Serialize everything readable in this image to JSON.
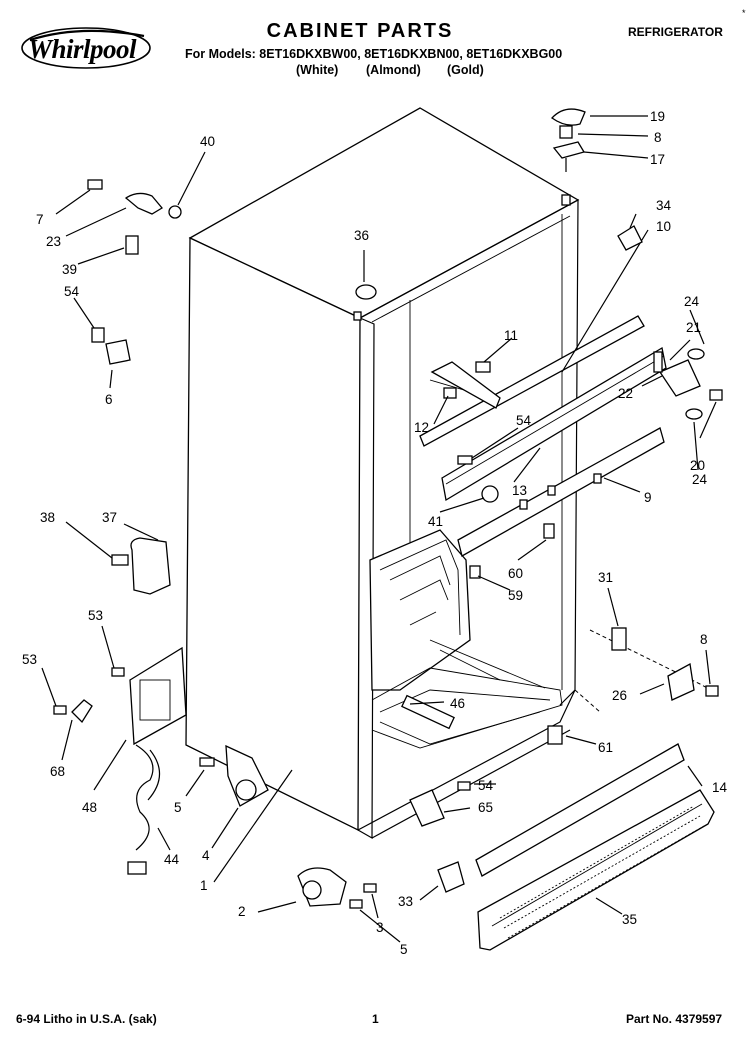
{
  "header": {
    "brand": "Whirlpool",
    "title": "CABINET PARTS",
    "models_line": "For Models: 8ET16DKXBW00, 8ET16DKXBN00, 8ET16DKXBG00",
    "colors": [
      "(White)",
      "(Almond)",
      "(Gold)"
    ],
    "product": "REFRIGERATOR",
    "corner_mark": "*"
  },
  "callouts": {
    "c1": "1",
    "c2": "2",
    "c3": "3",
    "c4": "4",
    "c5a": "5",
    "c5b": "5",
    "c6": "6",
    "c7": "7",
    "c8a": "8",
    "c8b": "8",
    "c9": "9",
    "c10": "10",
    "c11": "11",
    "c12": "12",
    "c13": "13",
    "c14": "14",
    "c17": "17",
    "c19": "19",
    "c20": "20",
    "c21": "21",
    "c22": "22",
    "c23": "23",
    "c24a": "24",
    "c24b": "24",
    "c26": "26",
    "c31": "31",
    "c33": "33",
    "c34": "34",
    "c35": "35",
    "c36": "36",
    "c37": "37",
    "c38": "38",
    "c39": "39",
    "c40": "40",
    "c41": "41",
    "c44": "44",
    "c46": "46",
    "c48": "48",
    "c53a": "53",
    "c53b": "53",
    "c54a": "54",
    "c54b": "54",
    "c54c": "54",
    "c59": "59",
    "c60": "60",
    "c61": "61",
    "c65": "65",
    "c68": "68"
  },
  "footer": {
    "left": "6-94 Litho in U.S.A. (sak)",
    "page": "1",
    "part_no": "Part No. 4379597"
  }
}
